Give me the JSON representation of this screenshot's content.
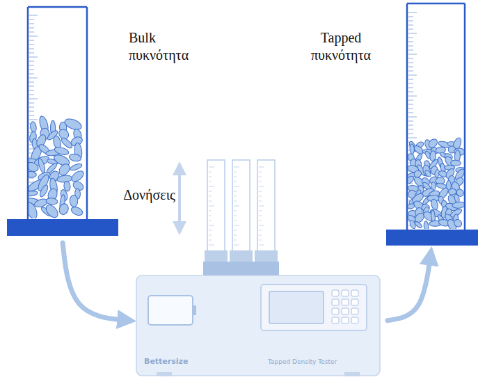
{
  "diagram": {
    "nodes": [
      {
        "text": [
          "Bulk πυκνότητα"
        ]
      },
      {
        "text": [
          "Bettersize",
          "Tapped Density Tester"
        ]
      },
      {
        "text": [
          "Tapped πυκνότητα"
        ]
      }
    ],
    "edges": [
      {
        "from": 0,
        "to": 1,
        "arrow": "to"
      },
      {
        "from": 1,
        "to": 2,
        "arrow": "to"
      }
    ],
    "labels": [
      "Δονήσεις"
    ]
  }
}
